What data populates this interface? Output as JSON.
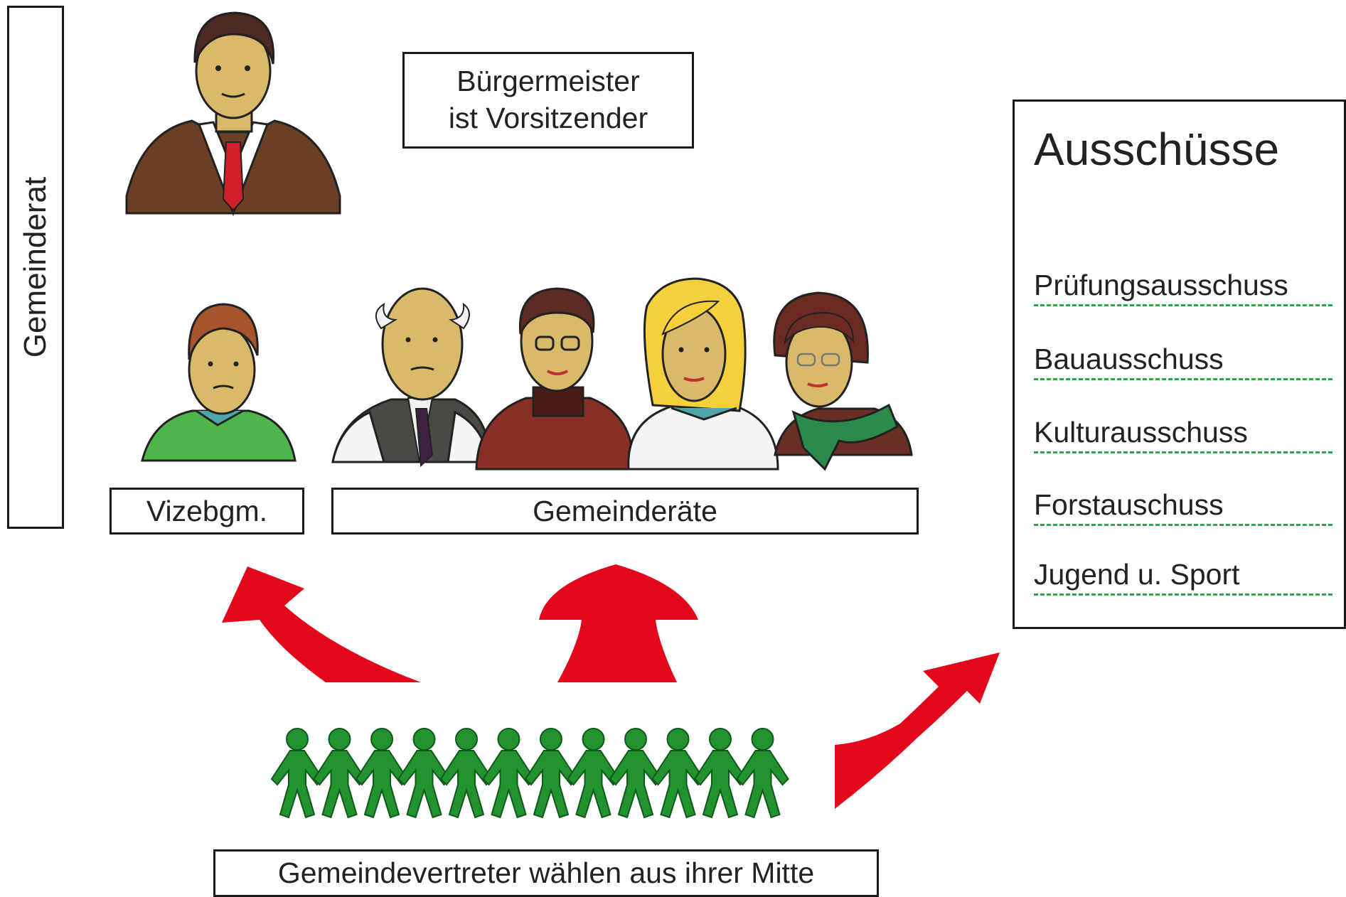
{
  "side_label": "Gemeinderat",
  "mayor": {
    "line1": "Bürgermeister",
    "line2": "ist Vorsitzender"
  },
  "vice_label": "Vizebgm.",
  "council_label": "Gemeinderäte",
  "election_label": "Gemeindevertreter wählen aus ihrer Mitte",
  "committees": {
    "title": "Ausschüsse",
    "items": [
      "Prüfungsausschuss",
      "Bauausschuss",
      "Kulturausschuss",
      "Forstauschuss",
      "Jugend u. Sport"
    ]
  },
  "colors": {
    "arrow": "#e2071a",
    "figures": "#22922f",
    "underline": "#2aa84a"
  }
}
